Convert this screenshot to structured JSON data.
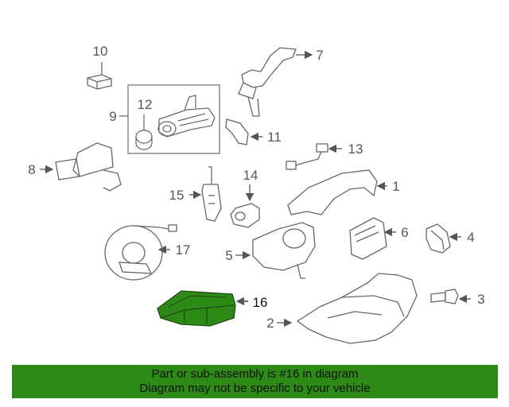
{
  "callouts": {
    "c1": "1",
    "c2": "2",
    "c3": "3",
    "c4": "4",
    "c5": "5",
    "c6": "6",
    "c7": "7",
    "c8": "8",
    "c9": "9",
    "c10": "10",
    "c11": "11",
    "c12": "12",
    "c13": "13",
    "c14": "14",
    "c15": "15",
    "c16": "16",
    "c17": "17"
  },
  "banner": {
    "line1": "Part or sub-assembly is #16 in diagram",
    "line2": "Diagram may not be specific to your vehicle"
  },
  "colors": {
    "highlight": "#2e8a17",
    "linework": "#666666",
    "banner": "#2e8a17"
  }
}
